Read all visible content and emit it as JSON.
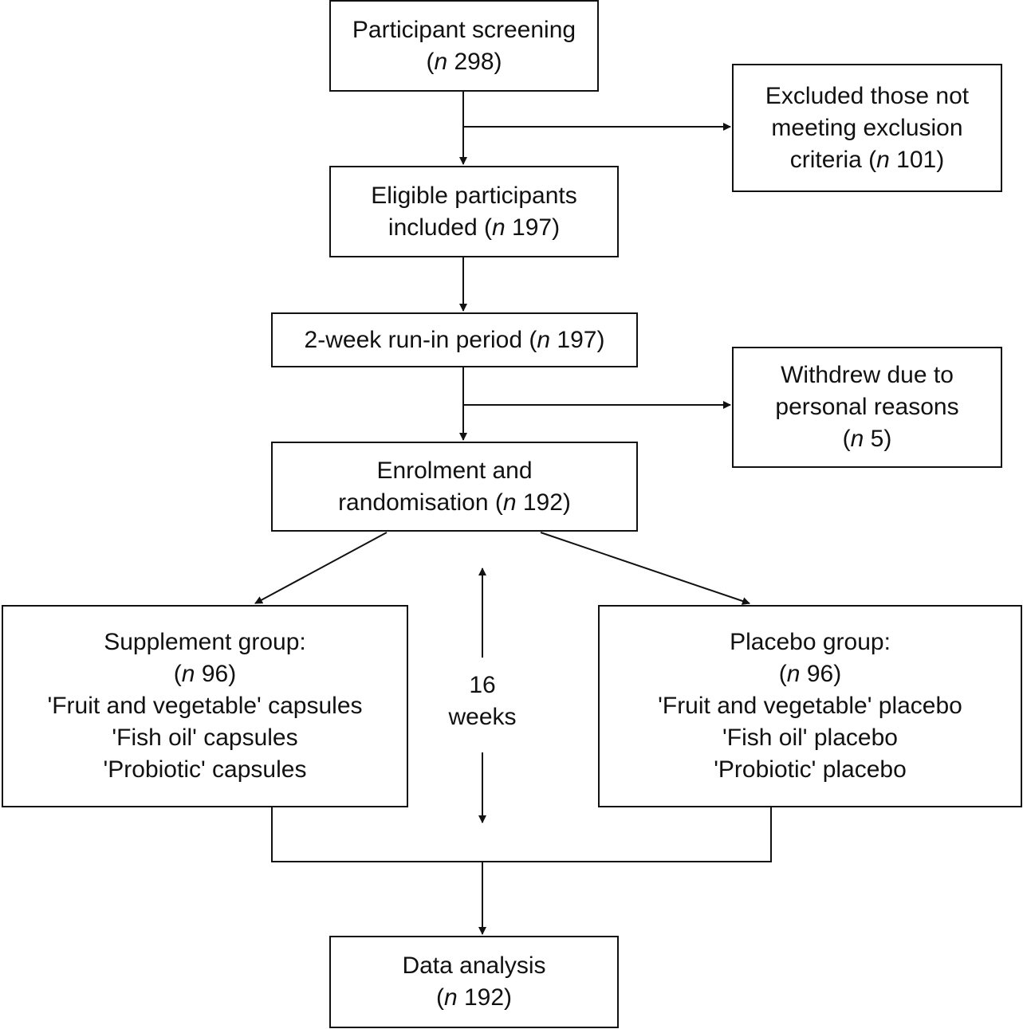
{
  "boxes": {
    "screening": {
      "line1": "Participant screening",
      "n_label": "n",
      "n_value": "298"
    },
    "excluded": {
      "line1": "Excluded those not",
      "line2": "meeting exclusion",
      "line3_prefix": "criteria",
      "n_label": "n",
      "n_value": "101"
    },
    "eligible": {
      "line1": "Eligible participants",
      "line2_prefix": "included",
      "n_label": "n",
      "n_value": "197"
    },
    "runin": {
      "line1_prefix": "2-week run-in period",
      "n_label": "n",
      "n_value": "197"
    },
    "withdrew": {
      "line1": "Withdrew due to",
      "line2": "personal reasons",
      "n_label": "n",
      "n_value": "5"
    },
    "enrolment": {
      "line1": "Enrolment and",
      "line2_prefix": "randomisation",
      "n_label": "n",
      "n_value": "192"
    },
    "supplement": {
      "title": "Supplement group:",
      "n_label": "n",
      "n_value": "96",
      "items": [
        "'Fruit and vegetable' capsules",
        "'Fish oil' capsules",
        "'Probiotic' capsules"
      ]
    },
    "placebo": {
      "title": "Placebo group:",
      "n_label": "n",
      "n_value": "96",
      "items": [
        "'Fruit and vegetable' placebo",
        "'Fish oil' placebo",
        "'Probiotic' placebo"
      ]
    },
    "analysis": {
      "line1": "Data analysis",
      "n_label": "n",
      "n_value": "192"
    }
  },
  "duration": {
    "value": "16",
    "unit": "weeks"
  }
}
